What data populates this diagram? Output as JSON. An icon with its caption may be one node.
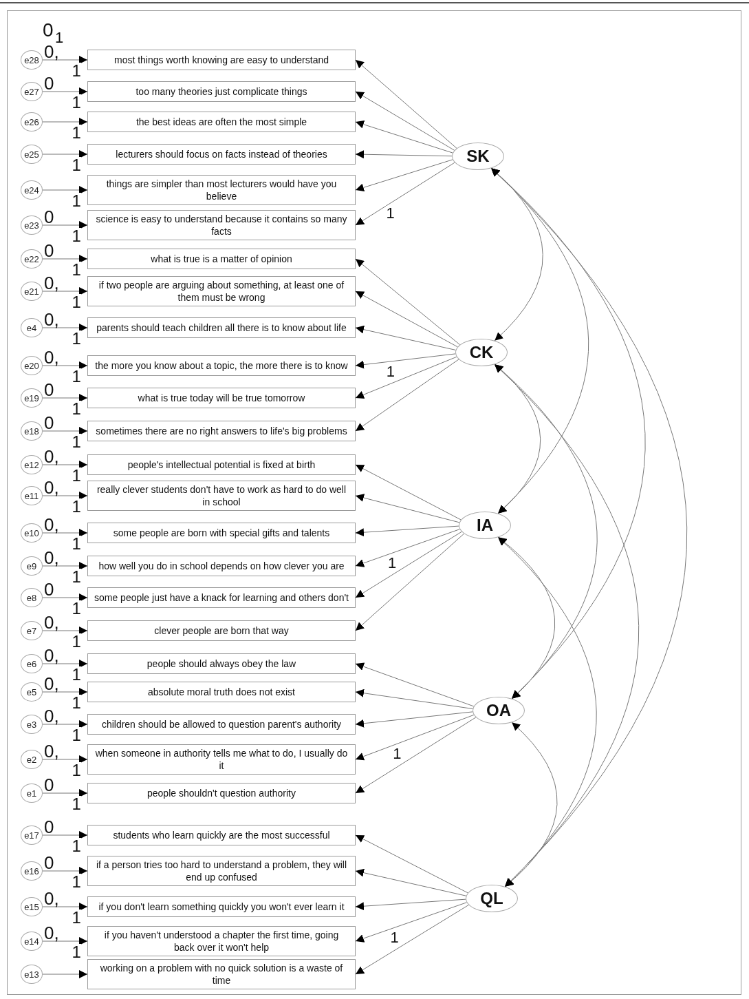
{
  "diagram": {
    "nodes": [
      {
        "text": [
          "e28"
        ],
        "beside": [
          "0,"
        ]
      },
      {
        "text": [
          "most things worth knowing are easy to understand"
        ]
      },
      {
        "text": [
          "e27"
        ],
        "beside": [
          "0"
        ]
      },
      {
        "text": [
          "too many theories just complicate things"
        ]
      },
      {
        "text": [
          "e26"
        ]
      },
      {
        "text": [
          "the best ideas are often the most simple"
        ]
      },
      {
        "text": [
          "e25"
        ]
      },
      {
        "text": [
          "lecturers should focus on facts instead of theories"
        ]
      },
      {
        "text": [
          "e24"
        ]
      },
      {
        "text": [
          "things are simpler than most lecturers would have you believe"
        ]
      },
      {
        "text": [
          "e23"
        ],
        "beside": [
          "0"
        ]
      },
      {
        "text": [
          "science is easy to understand because it contains so many facts"
        ]
      },
      {
        "text": [
          "e22"
        ],
        "beside": [
          "0"
        ]
      },
      {
        "text": [
          "what is true is a matter of opinion"
        ]
      },
      {
        "text": [
          "e21"
        ],
        "beside": [
          "0,"
        ]
      },
      {
        "text": [
          "if two people are arguing about something, at least one of them must be wrong"
        ]
      },
      {
        "text": [
          "e4"
        ],
        "beside": [
          "0,"
        ]
      },
      {
        "text": [
          "parents should teach children all there is to know about life"
        ]
      },
      {
        "text": [
          "e20"
        ],
        "beside": [
          "0,"
        ]
      },
      {
        "text": [
          "the more you know about a topic, the more there is to know"
        ]
      },
      {
        "text": [
          "e19"
        ],
        "beside": [
          "0"
        ]
      },
      {
        "text": [
          "what is true today will be true tomorrow"
        ]
      },
      {
        "text": [
          "e18"
        ],
        "beside": [
          "0"
        ]
      },
      {
        "text": [
          "sometimes there are no right answers to life's big problems"
        ]
      },
      {
        "text": [
          "e12"
        ],
        "beside": [
          "0,"
        ]
      },
      {
        "text": [
          "people's intellectual potential is fixed at birth"
        ]
      },
      {
        "text": [
          "e11"
        ],
        "beside": [
          "0,"
        ]
      },
      {
        "text": [
          "really clever students don't have to work as hard to do well in school"
        ]
      },
      {
        "text": [
          "e10"
        ],
        "beside": [
          "0,"
        ]
      },
      {
        "text": [
          "some people are born with special gifts and talents"
        ]
      },
      {
        "text": [
          "e9"
        ],
        "beside": [
          "0,"
        ]
      },
      {
        "text": [
          "how well you do in school depends on how clever you are"
        ]
      },
      {
        "text": [
          "e8"
        ],
        "beside": [
          "0"
        ]
      },
      {
        "text": [
          "some people just have a knack for learning and others don't"
        ]
      },
      {
        "text": [
          "e7"
        ],
        "beside": [
          "0,"
        ]
      },
      {
        "text": [
          "clever people are born that way"
        ]
      },
      {
        "text": [
          "e6"
        ],
        "beside": [
          "0,"
        ]
      },
      {
        "text": [
          "people should always obey the law"
        ]
      },
      {
        "text": [
          "e5"
        ],
        "beside": [
          "0,"
        ]
      },
      {
        "text": [
          "absolute moral truth does not exist"
        ]
      },
      {
        "text": [
          "e3"
        ],
        "beside": [
          "0,"
        ]
      },
      {
        "text": [
          "children should be allowed to question parent's authority"
        ]
      },
      {
        "text": [
          "e2"
        ],
        "beside": [
          "0,"
        ]
      },
      {
        "text": [
          "when someone in authority tells me what to do, I usually do it"
        ]
      },
      {
        "text": [
          "e1"
        ],
        "beside": [
          "0"
        ]
      },
      {
        "text": [
          "people shouldn't question authority"
        ]
      },
      {
        "text": [
          "e17"
        ],
        "beside": [
          "0"
        ]
      },
      {
        "text": [
          "students who learn quickly are the most successful"
        ]
      },
      {
        "text": [
          "e16"
        ],
        "beside": [
          "0"
        ]
      },
      {
        "text": [
          "if a person tries too hard to understand a problem, they will end up confused"
        ]
      },
      {
        "text": [
          "e15"
        ],
        "beside": [
          "0,"
        ]
      },
      {
        "text": [
          "if you don't learn something quickly you won't ever learn it"
        ]
      },
      {
        "text": [
          "e14"
        ],
        "beside": [
          "0,"
        ]
      },
      {
        "text": [
          "if you haven't understood a chapter the first time, going back over it won't help"
        ]
      },
      {
        "text": [
          "e13"
        ]
      },
      {
        "text": [
          "working on a problem with no quick solution is a waste of time"
        ]
      },
      {
        "text": [
          "SK"
        ]
      },
      {
        "text": [
          "CK"
        ]
      },
      {
        "text": [
          "IA"
        ]
      },
      {
        "text": [
          "OA"
        ]
      },
      {
        "text": [
          "QL"
        ]
      }
    ],
    "edges": [
      {
        "from": 0,
        "to": 1,
        "arrow": "to",
        "label": "1"
      },
      {
        "from": 56,
        "to": 1,
        "arrow": "to"
      },
      {
        "from": 2,
        "to": 3,
        "arrow": "to",
        "label": "1"
      },
      {
        "from": 56,
        "to": 3,
        "arrow": "to"
      },
      {
        "from": 4,
        "to": 5,
        "arrow": "to",
        "label": "1"
      },
      {
        "from": 56,
        "to": 5,
        "arrow": "to"
      },
      {
        "from": 6,
        "to": 7,
        "arrow": "to",
        "label": "1"
      },
      {
        "from": 56,
        "to": 7,
        "arrow": "to"
      },
      {
        "from": 8,
        "to": 9,
        "arrow": "to",
        "label": "1"
      },
      {
        "from": 56,
        "to": 9,
        "arrow": "to"
      },
      {
        "from": 10,
        "to": 11,
        "arrow": "to",
        "label": "1"
      },
      {
        "from": 56,
        "to": 11,
        "arrow": "to",
        "label": "1"
      },
      {
        "from": 12,
        "to": 13,
        "arrow": "to",
        "label": "1"
      },
      {
        "from": 57,
        "to": 13,
        "arrow": "to"
      },
      {
        "from": 14,
        "to": 15,
        "arrow": "to",
        "label": "1"
      },
      {
        "from": 57,
        "to": 15,
        "arrow": "to"
      },
      {
        "from": 16,
        "to": 17,
        "arrow": "to",
        "label": "1"
      },
      {
        "from": 57,
        "to": 17,
        "arrow": "to"
      },
      {
        "from": 18,
        "to": 19,
        "arrow": "to",
        "label": "1"
      },
      {
        "from": 57,
        "to": 19,
        "arrow": "to",
        "label": "1"
      },
      {
        "from": 20,
        "to": 21,
        "arrow": "to",
        "label": "1"
      },
      {
        "from": 57,
        "to": 21,
        "arrow": "to"
      },
      {
        "from": 22,
        "to": 23,
        "arrow": "to",
        "label": "1"
      },
      {
        "from": 57,
        "to": 23,
        "arrow": "to"
      },
      {
        "from": 24,
        "to": 25,
        "arrow": "to",
        "label": "1"
      },
      {
        "from": 58,
        "to": 25,
        "arrow": "to"
      },
      {
        "from": 26,
        "to": 27,
        "arrow": "to",
        "label": "1"
      },
      {
        "from": 58,
        "to": 27,
        "arrow": "to"
      },
      {
        "from": 28,
        "to": 29,
        "arrow": "to",
        "label": "1"
      },
      {
        "from": 58,
        "to": 29,
        "arrow": "to"
      },
      {
        "from": 30,
        "to": 31,
        "arrow": "to",
        "label": "1"
      },
      {
        "from": 58,
        "to": 31,
        "arrow": "to",
        "label": "1"
      },
      {
        "from": 32,
        "to": 33,
        "arrow": "to",
        "label": "1"
      },
      {
        "from": 58,
        "to": 33,
        "arrow": "to"
      },
      {
        "from": 34,
        "to": 35,
        "arrow": "to",
        "label": "1"
      },
      {
        "from": 58,
        "to": 35,
        "arrow": "to"
      },
      {
        "from": 36,
        "to": 37,
        "arrow": "to",
        "label": "1"
      },
      {
        "from": 59,
        "to": 37,
        "arrow": "to"
      },
      {
        "from": 38,
        "to": 39,
        "arrow": "to",
        "label": "1"
      },
      {
        "from": 59,
        "to": 39,
        "arrow": "to"
      },
      {
        "from": 40,
        "to": 41,
        "arrow": "to",
        "label": "1"
      },
      {
        "from": 59,
        "to": 41,
        "arrow": "to"
      },
      {
        "from": 42,
        "to": 43,
        "arrow": "to",
        "label": "1"
      },
      {
        "from": 59,
        "to": 43,
        "arrow": "to",
        "label": "1"
      },
      {
        "from": 44,
        "to": 45,
        "arrow": "to",
        "label": "1"
      },
      {
        "from": 59,
        "to": 45,
        "arrow": "to"
      },
      {
        "from": 46,
        "to": 47,
        "arrow": "to",
        "label": "1"
      },
      {
        "from": 60,
        "to": 47,
        "arrow": "to"
      },
      {
        "from": 48,
        "to": 49,
        "arrow": "to",
        "label": "1"
      },
      {
        "from": 60,
        "to": 49,
        "arrow": "to"
      },
      {
        "from": 50,
        "to": 51,
        "arrow": "to",
        "label": "1"
      },
      {
        "from": 60,
        "to": 51,
        "arrow": "to"
      },
      {
        "from": 52,
        "to": 53,
        "arrow": "to",
        "label": "1"
      },
      {
        "from": 60,
        "to": 53,
        "arrow": "to",
        "label": "1"
      },
      {
        "from": 54,
        "to": 55,
        "arrow": "to"
      },
      {
        "from": 60,
        "to": 55,
        "arrow": "to"
      },
      {
        "from": 56,
        "to": 57,
        "arrow": "both"
      },
      {
        "from": 56,
        "to": 58,
        "arrow": "both"
      },
      {
        "from": 56,
        "to": 59,
        "arrow": "both"
      },
      {
        "from": 56,
        "to": 60,
        "arrow": "both"
      },
      {
        "from": 57,
        "to": 58,
        "arrow": "both"
      },
      {
        "from": 57,
        "to": 59,
        "arrow": "both"
      },
      {
        "from": 57,
        "to": 60,
        "arrow": "both"
      },
      {
        "from": 58,
        "to": 59,
        "arrow": "both"
      },
      {
        "from": 58,
        "to": 60,
        "arrow": "both"
      },
      {
        "from": 59,
        "to": 60,
        "arrow": "both"
      }
    ],
    "labels": [
      "0",
      "1"
    ]
  }
}
